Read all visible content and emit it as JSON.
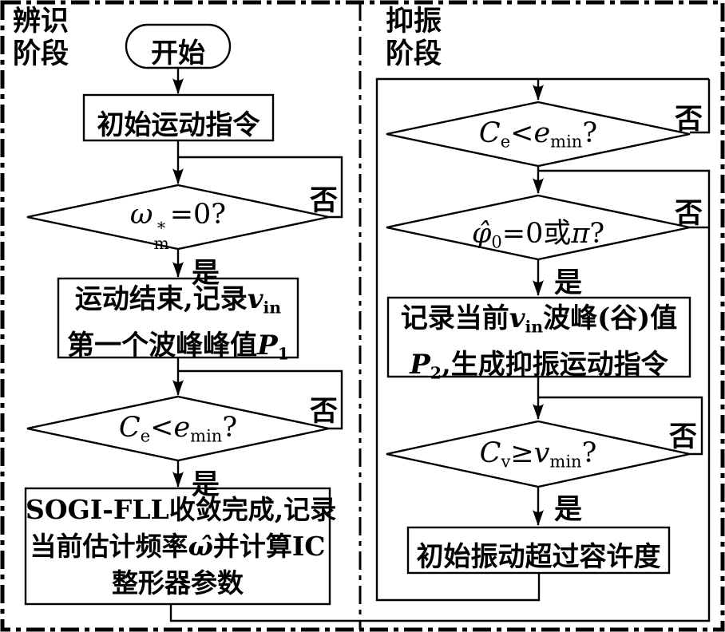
{
  "colors": {
    "ink": "#000000",
    "background": "#ffffff"
  },
  "labels": {
    "no": "否",
    "yes": "是"
  },
  "phases": {
    "left": {
      "line1": "辨识",
      "line2": "阶段"
    },
    "right": {
      "line1": "抑振",
      "line2": "阶段"
    }
  },
  "left_flow": {
    "start": "开始",
    "box_initial": "初始运动指令",
    "decision_speed": [
      {
        "t": "ω",
        "it": true
      },
      {
        "sup": "*",
        "sub": "m"
      },
      {
        "t": "=0?"
      }
    ],
    "box_motion_end": {
      "line1": [
        {
          "t": "运动结束,记录"
        },
        {
          "t": "v",
          "it": true
        },
        {
          "sub": "in"
        }
      ],
      "line2": [
        {
          "t": "第一个波峰峰值"
        },
        {
          "t": "P",
          "it": true
        },
        {
          "sub": "1"
        }
      ]
    },
    "decision_error": [
      {
        "t": "C",
        "it": true
      },
      {
        "sub": "e"
      },
      {
        "t": "<"
      },
      {
        "t": "e",
        "it": true
      },
      {
        "sub": "min"
      },
      {
        "t": "?"
      }
    ],
    "box_sogi": {
      "line1": [
        {
          "t": "SOGI-FLL收敛完成,记录"
        }
      ],
      "line2": [
        {
          "t": "当前估计频率"
        },
        {
          "t": "ω̂",
          "it": true
        },
        {
          "t": "并计算IC"
        }
      ],
      "line3": [
        {
          "t": "整形器参数"
        }
      ]
    }
  },
  "right_flow": {
    "decision_error": [
      {
        "t": "C",
        "it": true
      },
      {
        "sub": "e"
      },
      {
        "t": "<"
      },
      {
        "t": "e",
        "it": true
      },
      {
        "sub": "min"
      },
      {
        "t": "?"
      }
    ],
    "decision_phase": [
      {
        "t": "φ̂",
        "it": true
      },
      {
        "sub": "0"
      },
      {
        "t": "=0或"
      },
      {
        "t": "π",
        "it": true
      },
      {
        "t": "?"
      }
    ],
    "box_record": {
      "line1": [
        {
          "t": "记录当前"
        },
        {
          "t": "v",
          "it": true
        },
        {
          "sub": "in"
        },
        {
          "t": "波峰(谷)值"
        }
      ],
      "line2": [
        {
          "t": "P",
          "it": true
        },
        {
          "sub": "2"
        },
        {
          "t": ",生成抑振运动指令"
        }
      ]
    },
    "decision_vibration": [
      {
        "t": "C",
        "it": true
      },
      {
        "sub": "v"
      },
      {
        "t": "≥"
      },
      {
        "t": "v",
        "it": true
      },
      {
        "sub": "min"
      },
      {
        "t": "?"
      }
    ],
    "box_exceed": "初始振动超过容许度"
  }
}
